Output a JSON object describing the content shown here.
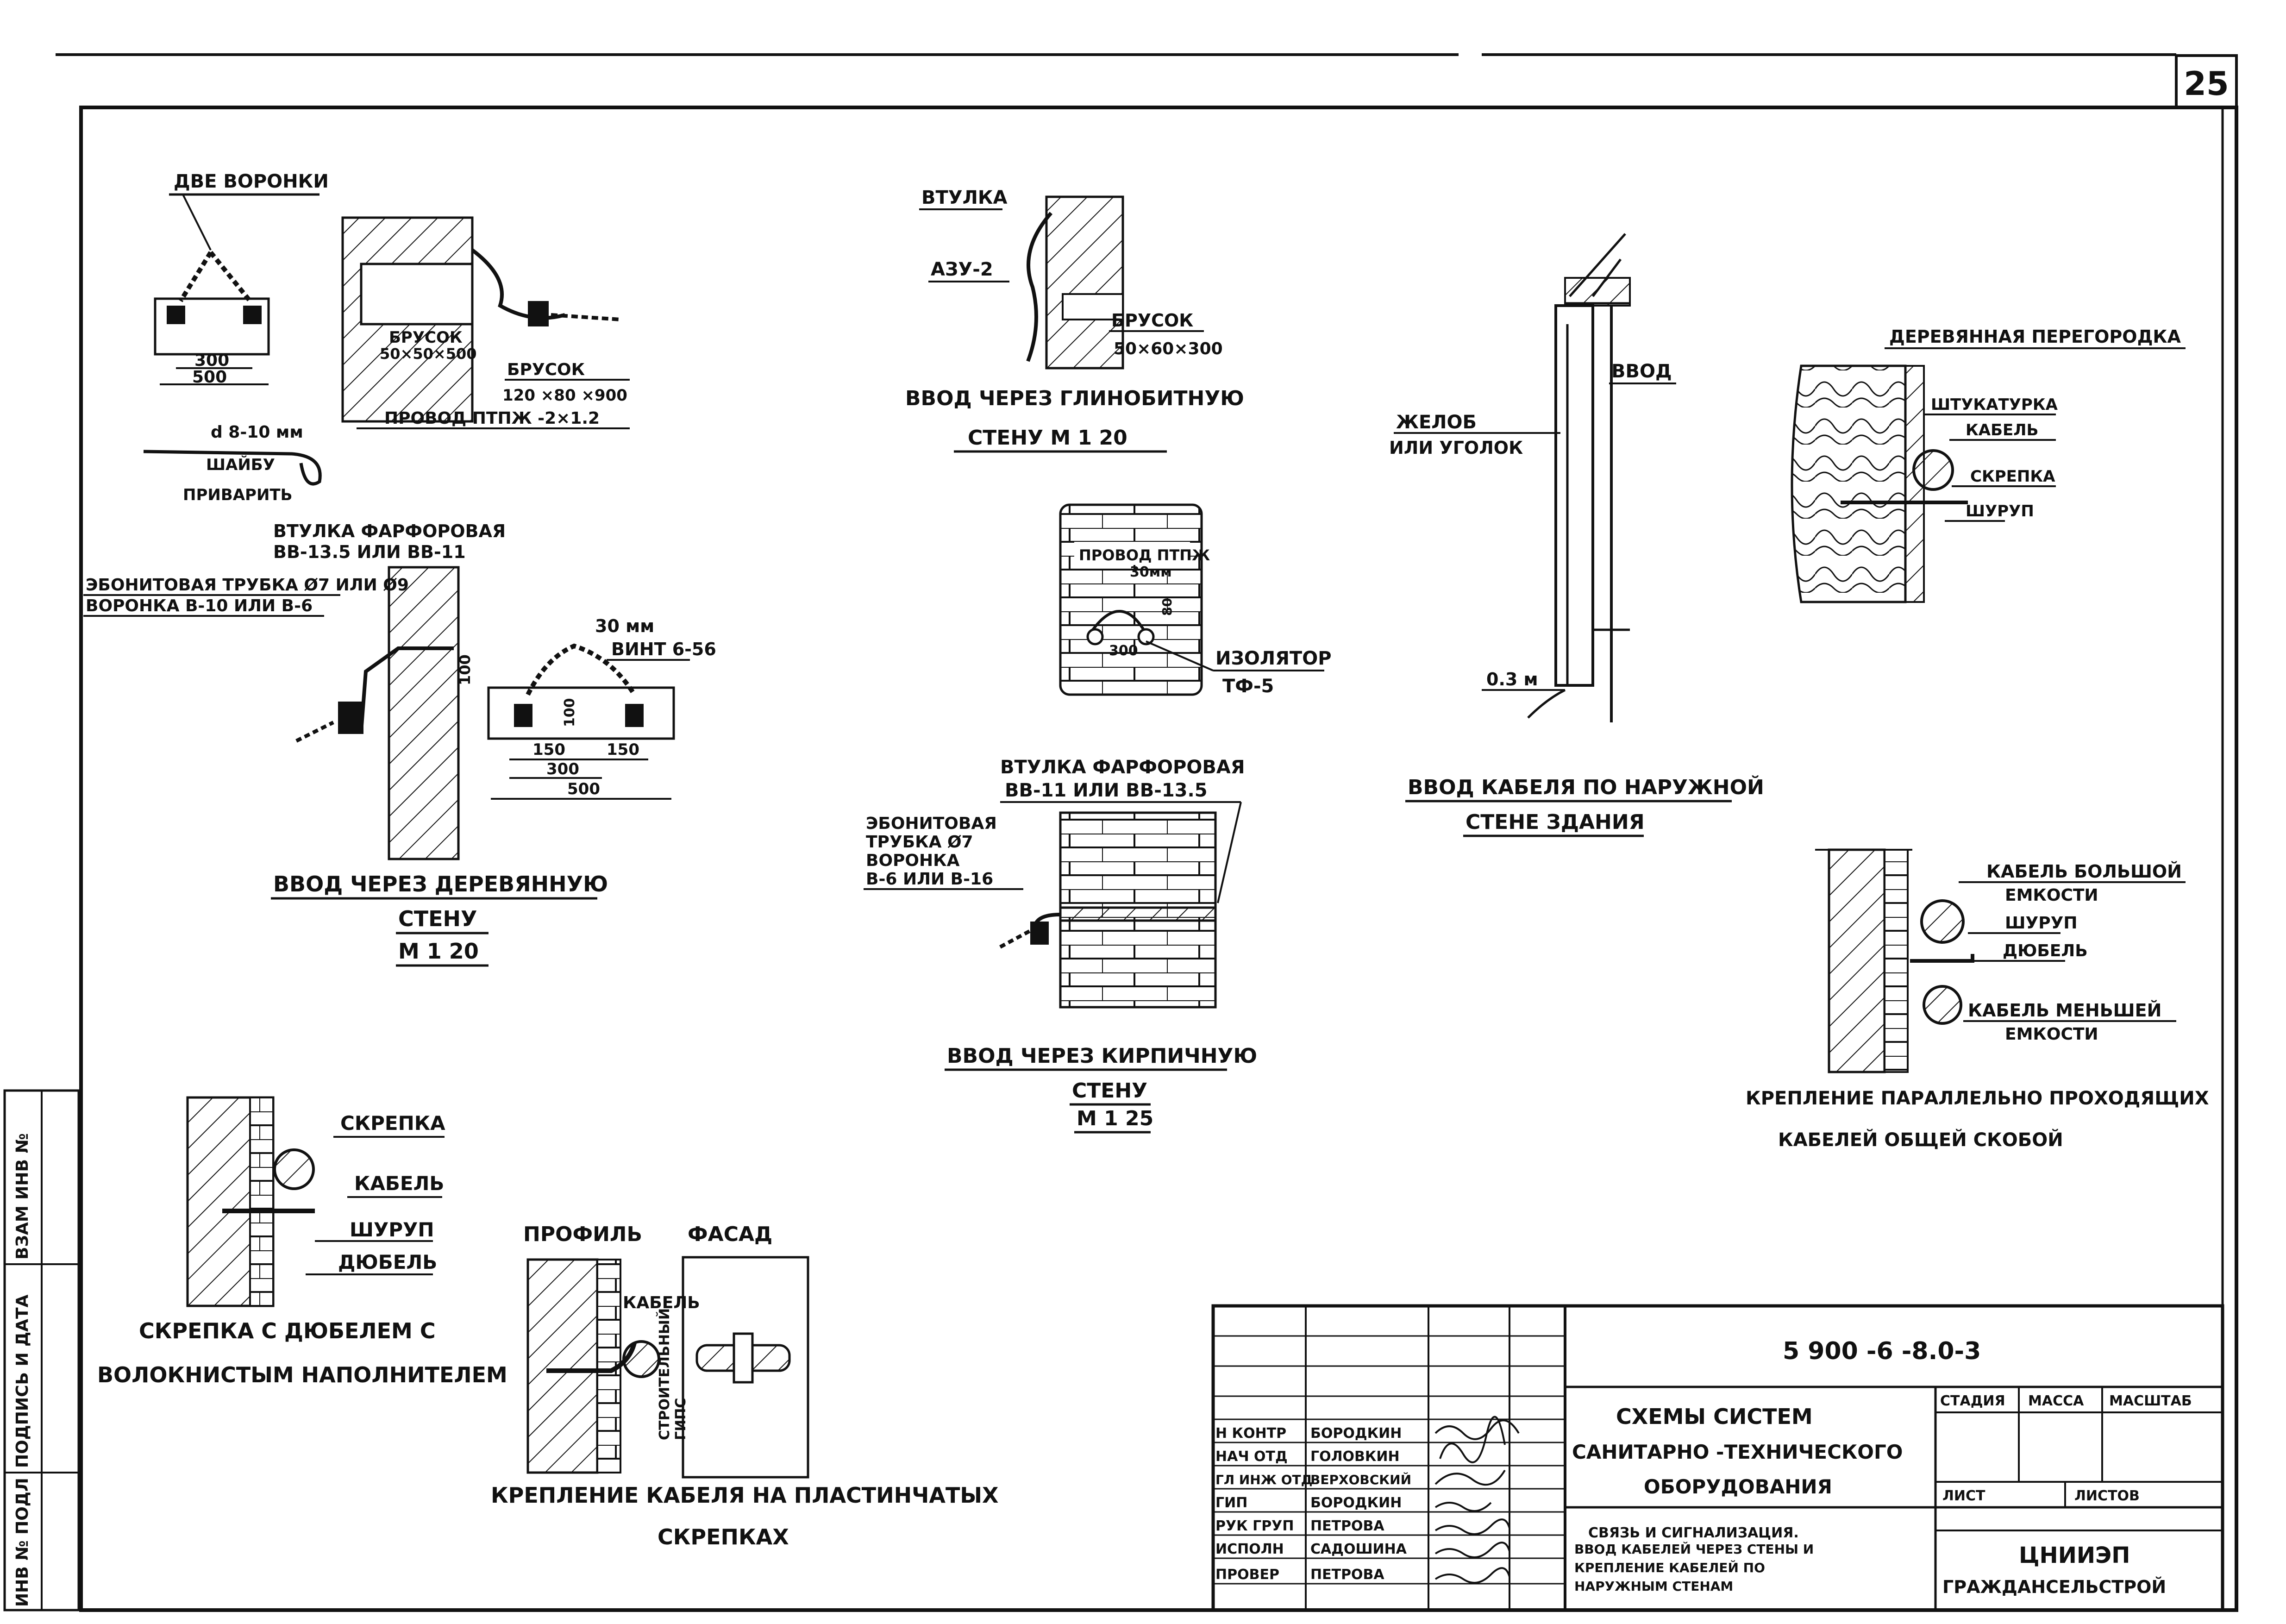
{
  "sheet": {
    "page_number": "25",
    "designation": "5 900 -6 -8.0-3"
  },
  "detail_wood_wall": {
    "title": "ВВОД ЧЕРЕЗ ДЕРЕВЯННУЮ",
    "title2": "СТЕНУ",
    "scale": "М 1 20",
    "two_funnels": "ДВЕ ВОРОНКИ",
    "dim_300": "300",
    "dim_500": "500",
    "bar1_label": "БРУСОК",
    "bar1_size": "50×50×500",
    "bar2_label": "БРУСОК",
    "bar2_size": "120 ×80 ×900",
    "wire": "ПРОВОД ПТПЖ -2×1.2",
    "rod": "d 8-10 мм",
    "washer": "ШАЙБУ",
    "weld": "ПРИВАРИТЬ",
    "bushing": "ВТУЛКА ФАРФОРОВАЯ",
    "bushing_types": "ВВ-13.5 ИЛИ ВВ-11",
    "tube": "ЭБОНИТОВАЯ ТРУБКА Ø7 ИЛИ Ø9",
    "funnel": "ВОРОНКА В-10 ИЛИ В-6",
    "dim_30": "30 мм",
    "screw": "ВИНТ 6-56",
    "dim_100a": "100",
    "dim_100b": "100",
    "dim_150a": "150",
    "dim_150b": "150",
    "dim_300b": "300",
    "dim_500b": "500"
  },
  "detail_clay_wall": {
    "bushing": "ВТУЛКА",
    "hook": "АЗУ-2",
    "bar": "БРУСОК",
    "bar_size": "50×60×300",
    "title": "ВВОД ЧЕРЕЗ ГЛИНОБИТНУЮ",
    "title2": "СТЕНУ М 1 20"
  },
  "detail_brick_insulator": {
    "wire": "ПРОВОД ПТПЖ",
    "dim_30": "30мм",
    "dim_300": "300",
    "dim_80": "80",
    "insulator": "ИЗОЛЯТОР",
    "insulator_type": "ТФ-5"
  },
  "detail_brick_wall": {
    "bushing": "ВТУЛКА ФАРФОРОВАЯ",
    "bushing_types": "ВВ-11 ИЛИ ВВ-13.5",
    "tube1": "ЭБОНИТОВАЯ",
    "tube2": "ТРУБКА Ø7",
    "funnel1": "ВОРОНКА",
    "funnel2": "В-6 ИЛИ В-16",
    "title": "ВВОД ЧЕРЕЗ КИРПИЧНУЮ",
    "title2": "СТЕНУ",
    "scale": "М 1 25"
  },
  "detail_outer_wall": {
    "input": "ВВОД",
    "gutter": "ЖЕЛОБ",
    "angle": "ИЛИ УГОЛОК",
    "dim": "0.3 м",
    "title": "ВВОД КАБЕЛЯ ПО НАРУЖНОЙ",
    "title2": "СТЕНЕ ЗДАНИЯ"
  },
  "detail_partition": {
    "title": "ДЕРЕВЯННАЯ ПЕРЕГОРОДКА",
    "plaster": "ШТУКАТУРКА",
    "cable": "КАБЕЛЬ",
    "clip": "СКРЕПКА",
    "screw": "ШУРУП"
  },
  "detail_parallel": {
    "cable_big1": "КАБЕЛЬ БОЛЬШОЙ",
    "cable_big2": "ЕМКОСТИ",
    "screw": "ШУРУП",
    "dowel": "ДЮБЕЛЬ",
    "cable_small1": "КАБЕЛЬ МЕНЬШЕЙ",
    "cable_small2": "ЕМКОСТИ",
    "title": "КРЕПЛЕНИЕ ПАРАЛЛЕЛЬНО ПРОХОДЯЩИХ",
    "title2": "КАБЕЛЕЙ ОБЩЕЙ СКОБОЙ"
  },
  "detail_dowel_clip": {
    "clip": "СКРЕПКА",
    "cable": "КАБЕЛЬ",
    "screw": "ШУРУП",
    "dowel": "ДЮБЕЛЬ",
    "title": "СКРЕПКА С ДЮБЕЛЕМ С",
    "title2": "ВОЛОКНИСТЫМ НАПОЛНИТЕЛЕМ"
  },
  "detail_plate_clips": {
    "profile": "ПРОФИЛЬ",
    "facade": "ФАСАД",
    "cable": "КАБЕЛЬ",
    "gypsum1": "СТРОИТЕЛЬНЫЙ",
    "gypsum2": "ГИПС",
    "title": "КРЕПЛЕНИЕ КАБЕЛЯ НА ПЛАСТИНЧАТЫХ",
    "title2": "СКРЕПКАХ"
  },
  "stamp": {
    "roles": [
      "Н КОНТР",
      "НАЧ ОТД",
      "ГЛ ИНЖ ОТД",
      "ГИП",
      "РУК ГРУП",
      "ИСПОЛН",
      "ПРОВЕР"
    ],
    "names": [
      "БОРОДКИН",
      "ГОЛОВКИН",
      "ВЕРХОВСКИЙ",
      "БОРОДКИН",
      "ПЕТРОВА",
      "САДОШИНА",
      "ПЕТРОВА"
    ],
    "title1": "СХЕМЫ СИСТЕМ",
    "title2": "САНИТАРНО -ТЕХНИЧЕСКОГО",
    "title3": "ОБОРУДОВАНИЯ",
    "sub1": "СВЯЗЬ И СИГНАЛИЗАЦИЯ.",
    "sub2": "ВВОД КАБЕЛЕЙ ЧЕРЕЗ СТЕНЫ И",
    "sub3": "КРЕПЛЕНИЕ КАБЕЛЕЙ ПО",
    "sub4": "НАРУЖНЫМ СТЕНАМ",
    "stage": "СТАДИЯ",
    "mass": "МАССА",
    "scale": "МАСШТАБ",
    "sheet": "ЛИСТ",
    "sheets": "ЛИСТОВ",
    "org1": "ЦНИИЭП",
    "org2": "ГРАЖДАНСЕЛЬСТРОЙ"
  },
  "side_margin": {
    "label1": "ИНВ № ПОДЛ",
    "label2": "ПОДПИСЬ И ДАТА",
    "label3": "ВЗАМ ИНВ №"
  }
}
